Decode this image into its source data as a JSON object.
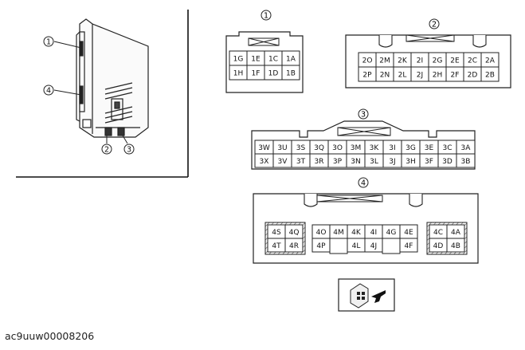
{
  "callouts": [
    "1",
    "4",
    "2",
    "3"
  ],
  "connectors": {
    "c1": {
      "number": "1",
      "rows": [
        [
          "1G",
          "1E",
          "1C",
          "1A"
        ],
        [
          "1H",
          "1F",
          "1D",
          "1B"
        ]
      ]
    },
    "c2": {
      "number": "2",
      "rows": [
        [
          "2O",
          "2M",
          "2K",
          "2I",
          "2G",
          "2E",
          "2C",
          "2A"
        ],
        [
          "2P",
          "2N",
          "2L",
          "2J",
          "2H",
          "2F",
          "2D",
          "2B"
        ]
      ]
    },
    "c3": {
      "number": "3",
      "rows": [
        [
          "3W",
          "3U",
          "3S",
          "3Q",
          "3O",
          "3M",
          "3K",
          "3I",
          "3G",
          "3E",
          "3C",
          "3A"
        ],
        [
          "3X",
          "3V",
          "3T",
          "3R",
          "3P",
          "3N",
          "3L",
          "3J",
          "3H",
          "3F",
          "3D",
          "3B"
        ]
      ]
    },
    "c4": {
      "number": "4",
      "left_rows": [
        [
          "4S",
          "4Q"
        ],
        [
          "4T",
          "4R"
        ]
      ],
      "middle_top": [
        "4O",
        "4M",
        "4K",
        "4I",
        "4G",
        "4E"
      ],
      "middle_bottom": [
        "4P",
        "4L",
        "4J",
        "4F"
      ],
      "right_rows": [
        [
          "4C",
          "4A"
        ],
        [
          "4D",
          "4B"
        ]
      ]
    }
  },
  "image_code": "ac9uuw00008206"
}
